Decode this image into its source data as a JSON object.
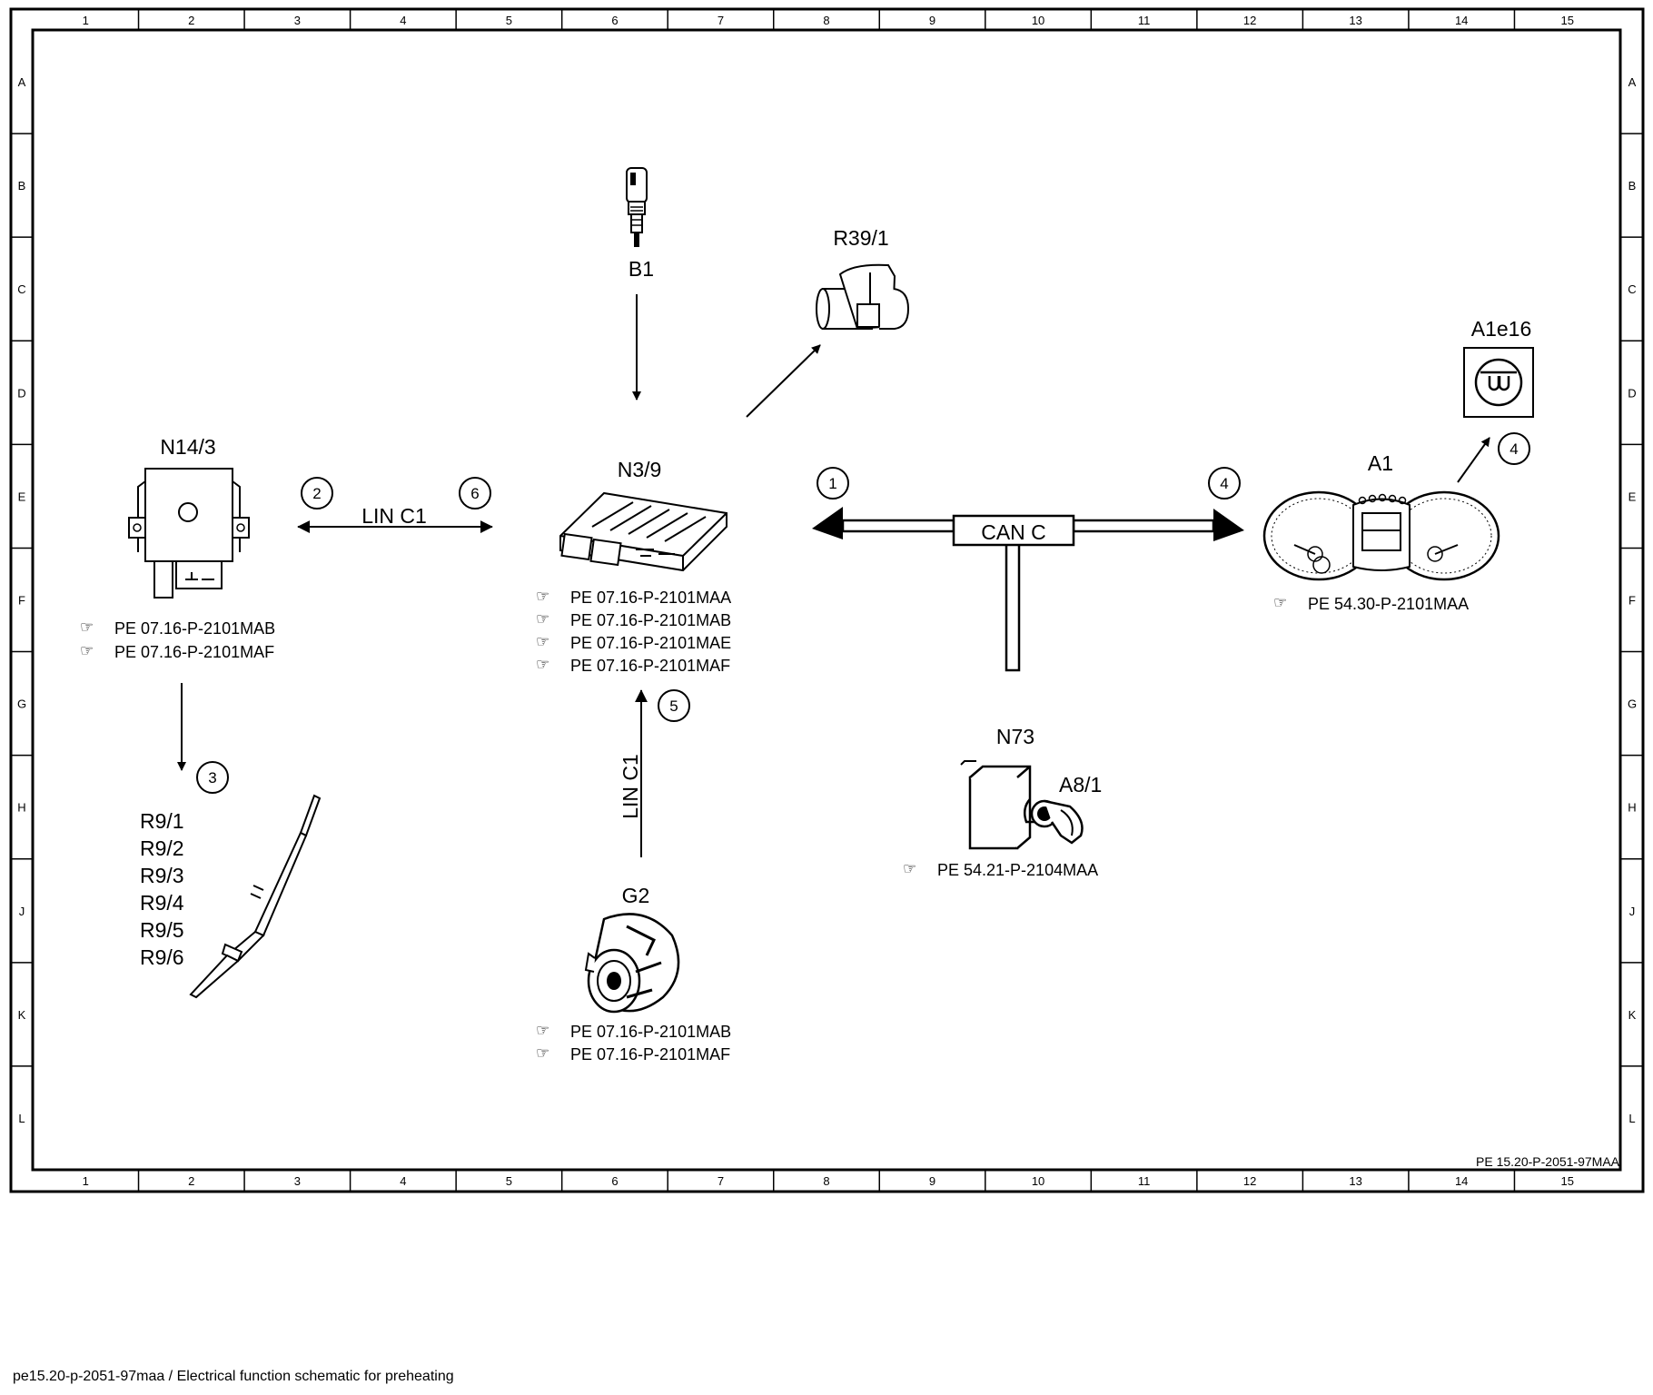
{
  "grid": {
    "columns": [
      "1",
      "2",
      "3",
      "4",
      "5",
      "6",
      "7",
      "8",
      "9",
      "10",
      "11",
      "12",
      "13",
      "14",
      "15"
    ],
    "rows": [
      "A",
      "B",
      "C",
      "D",
      "E",
      "F",
      "G",
      "H",
      "J",
      "K",
      "L"
    ]
  },
  "components": {
    "b1": {
      "label": "B1"
    },
    "r39_1": {
      "label": "R39/1"
    },
    "a1e16": {
      "label": "A1e16"
    },
    "n14_3": {
      "label": "N14/3",
      "refs": [
        "PE 07.16-P-2101MAB",
        "PE 07.16-P-2101MAF"
      ]
    },
    "n3_9": {
      "label": "N3/9",
      "refs": [
        "PE 07.16-P-2101MAA",
        "PE 07.16-P-2101MAB",
        "PE 07.16-P-2101MAE",
        "PE 07.16-P-2101MAF"
      ]
    },
    "a1": {
      "label": "A1",
      "refs": [
        "PE 54.30-P-2101MAA"
      ]
    },
    "r9": {
      "labels": [
        "R9/1",
        "R9/2",
        "R9/3",
        "R9/4",
        "R9/5",
        "R9/6"
      ]
    },
    "g2": {
      "label": "G2",
      "refs": [
        "PE 07.16-P-2101MAB",
        "PE 07.16-P-2101MAF"
      ]
    },
    "n73": {
      "label": "N73",
      "sub_label": "A8/1",
      "refs": [
        "PE 54.21-P-2104MAA"
      ]
    }
  },
  "buses": {
    "can_c": "CAN C",
    "lin_c1_horizontal": "LIN C1",
    "lin_c1_vertical": "LIN C1"
  },
  "signals": {
    "s1": "1",
    "s2": "2",
    "s3": "3",
    "s4": "4",
    "s4b": "4",
    "s5": "5",
    "s6": "6"
  },
  "sheet_id": "PE 15.20-P-2051-97MAA",
  "caption": "pe15.20-p-2051-97maa / Electrical function schematic for preheating"
}
